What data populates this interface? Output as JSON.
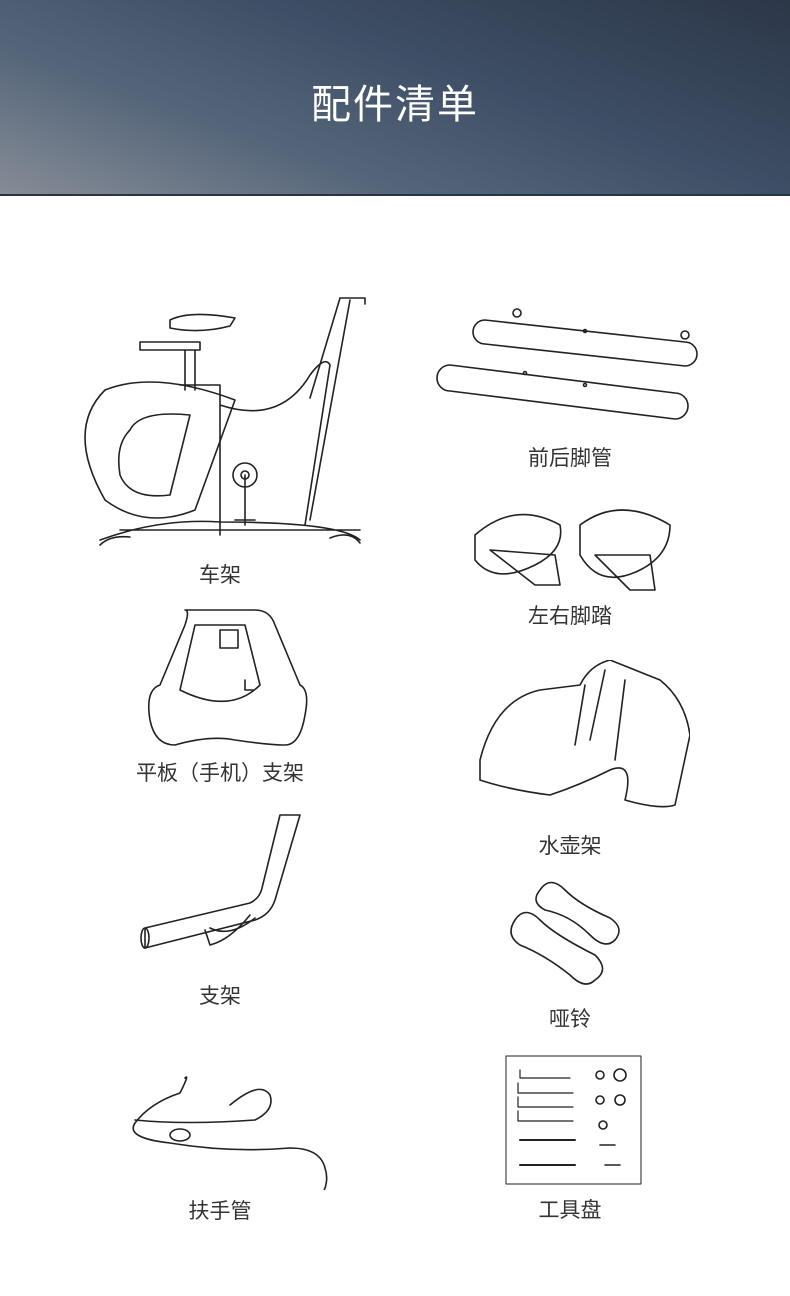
{
  "header": {
    "title": "配件清单"
  },
  "items": [
    {
      "label": "车架",
      "icon": "bike-frame-icon"
    },
    {
      "label": "前后脚管",
      "icon": "foot-tubes-icon"
    },
    {
      "label": "左右脚踏",
      "icon": "pedals-icon"
    },
    {
      "label": "平板（手机）支架",
      "icon": "tablet-holder-icon"
    },
    {
      "label": "水壶架",
      "icon": "bottle-holder-icon"
    },
    {
      "label": "支架",
      "icon": "bracket-icon"
    },
    {
      "label": "哑铃",
      "icon": "dumbbell-icon"
    },
    {
      "label": "扶手管",
      "icon": "handlebar-icon"
    },
    {
      "label": "工具盘",
      "icon": "tool-tray-icon"
    }
  ]
}
